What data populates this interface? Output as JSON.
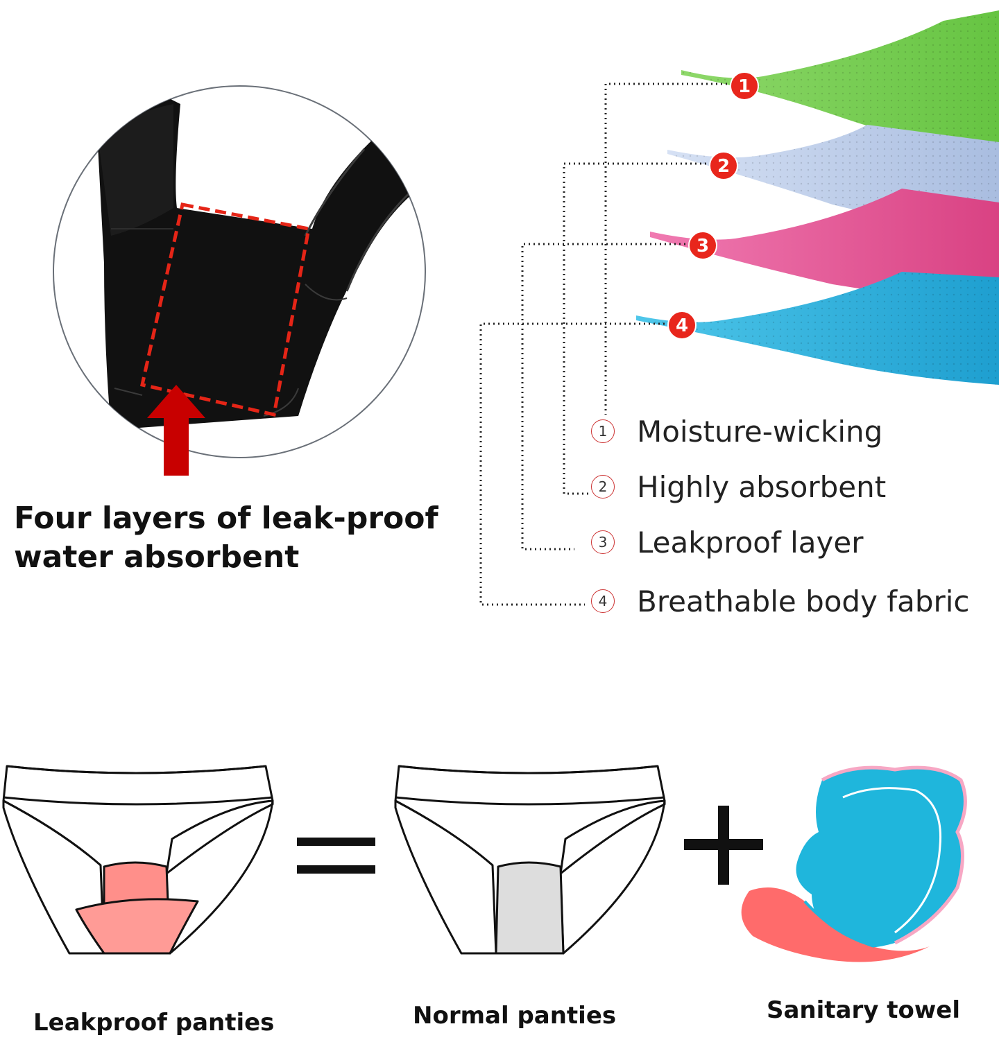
{
  "headline": {
    "line1": "Four layers of leak-proof",
    "line2": "water absorbent"
  },
  "layers": [
    {
      "num": "1",
      "legend_num": "1",
      "label": "Moisture-wicking",
      "color": "#7fd05a"
    },
    {
      "num": "2",
      "legend_num": "2",
      "label": "Highly absorbent",
      "color": "#b9c9e6"
    },
    {
      "num": "3",
      "legend_num": "3",
      "label": "Leakproof layer",
      "color": "#e4508f"
    },
    {
      "num": "4",
      "legend_num": "4",
      "label": "Breathable body fabric",
      "color": "#2fb1de"
    }
  ],
  "badge_color": "#e8261c",
  "arrow_color": "#c80000",
  "comparison": {
    "equals": "=",
    "plus": "+",
    "items": [
      {
        "caption": "Leakproof panties",
        "gusset_color": "#ff8f8a"
      },
      {
        "caption": "Normal panties",
        "gusset_color": "#dddddd"
      },
      {
        "caption": "Sanitary towel",
        "color_outer": "#1fb6dc",
        "color_inner": "#ff6b6b"
      }
    ]
  }
}
